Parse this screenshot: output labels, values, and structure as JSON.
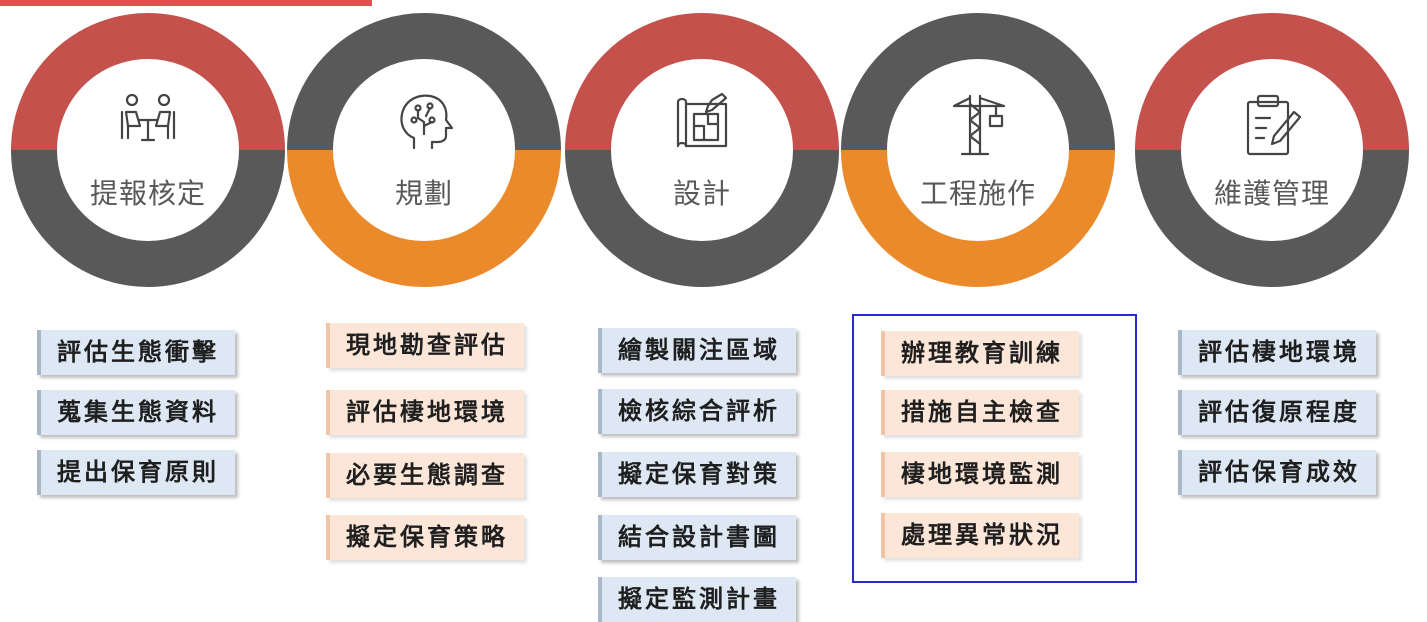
{
  "colors": {
    "red": "#c4514c",
    "gray": "#595959",
    "orange": "#ea8a2b",
    "blue_box": "#dde8f4",
    "peach_box": "#fbe6d8",
    "highlight": "#2a2acc"
  },
  "stages": [
    {
      "name": "提報核定",
      "icon": "meeting-icon",
      "top_color": "red",
      "bottom_color": "gray"
    },
    {
      "name": "規劃",
      "icon": "brain-circuit-icon",
      "top_color": "gray",
      "bottom_color": "orange"
    },
    {
      "name": "設計",
      "icon": "blueprint-icon",
      "top_color": "red",
      "bottom_color": "gray"
    },
    {
      "name": "工程施作",
      "icon": "crane-icon",
      "top_color": "gray",
      "bottom_color": "orange"
    },
    {
      "name": "維護管理",
      "icon": "clipboard-pen-icon",
      "top_color": "red",
      "bottom_color": "gray"
    }
  ],
  "tasks": [
    {
      "style": "blue",
      "items": [
        "評估生態衝擊",
        "蒐集生態資料",
        "提出保育原則"
      ]
    },
    {
      "style": "peach",
      "items": [
        "現地勘查評估",
        "評估棲地環境",
        "必要生態調查",
        "擬定保育策略"
      ]
    },
    {
      "style": "blue",
      "items": [
        "繪製關注區域",
        "檢核綜合評析",
        "擬定保育對策",
        "結合設計書圖",
        "擬定監測計畫"
      ]
    },
    {
      "style": "peach",
      "items": [
        "辦理教育訓練",
        "措施自主檢查",
        "棲地環境監測",
        "處理異常狀況"
      ]
    },
    {
      "style": "blue",
      "items": [
        "評估棲地環境",
        "評估復原程度",
        "評估保育成效"
      ]
    }
  ]
}
